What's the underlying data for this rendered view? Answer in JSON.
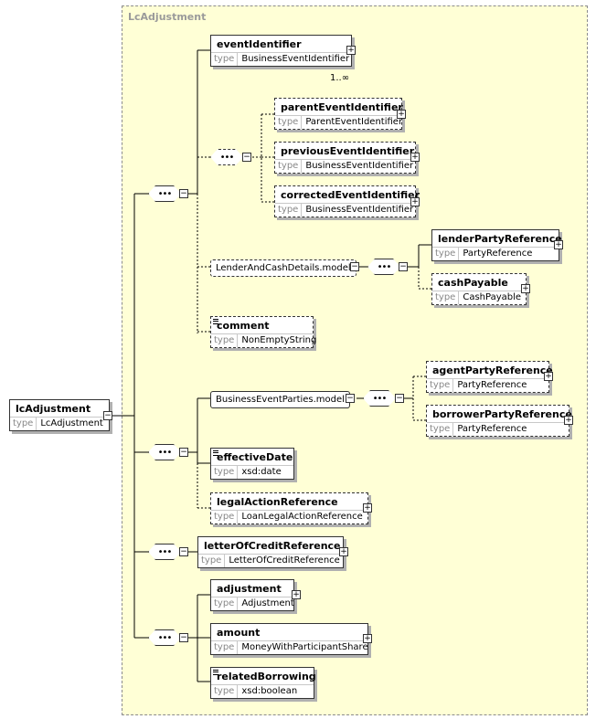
{
  "group_label": "LcAdjustment",
  "root": {
    "name": "lcAdjustment",
    "type_label": "type",
    "type": "LcAdjustment"
  },
  "elements": {
    "eventIdentifier": {
      "name": "eventIdentifier",
      "type": "BusinessEventIdentifier",
      "occurs": "1..∞"
    },
    "parentEventIdentifier": {
      "name": "parentEventIdentifier",
      "type": "ParentEventIdentifier"
    },
    "previousEventIdentifier": {
      "name": "previousEventIdentifier",
      "type": "BusinessEventIdentifier"
    },
    "correctedEventIdentifier": {
      "name": "correctedEventIdentifier",
      "type": "BusinessEventIdentifier"
    },
    "lenderPartyReference": {
      "name": "lenderPartyReference",
      "type": "PartyReference"
    },
    "cashPayable": {
      "name": "cashPayable",
      "type": "CashPayable"
    },
    "comment": {
      "name": "comment",
      "type": "NonEmptyString"
    },
    "agentPartyReference": {
      "name": "agentPartyReference",
      "type": "PartyReference"
    },
    "borrowerPartyReference": {
      "name": "borrowerPartyReference",
      "type": "PartyReference"
    },
    "effectiveDate": {
      "name": "effectiveDate",
      "type": "xsd:date"
    },
    "legalActionReference": {
      "name": "legalActionReference",
      "type": "LoanLegalActionReference"
    },
    "letterOfCreditReference": {
      "name": "letterOfCreditReference",
      "type": "LetterOfCreditReference"
    },
    "adjustment": {
      "name": "adjustment",
      "type": "Adjustment"
    },
    "amount": {
      "name": "amount",
      "type": "MoneyWithParticipantShare"
    },
    "relatedBorrowing": {
      "name": "relatedBorrowing",
      "type": "xsd:boolean"
    }
  },
  "models": {
    "lenderAndCash": "LenderAndCashDetails.model",
    "businessEventParties": "BusinessEventParties.model"
  },
  "type_label": "type",
  "symbols": {
    "sequence_dots": "•••",
    "collapse": "−",
    "expand": "+"
  }
}
